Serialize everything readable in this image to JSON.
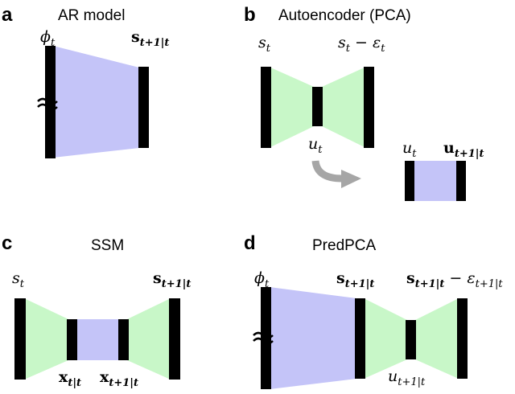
{
  "panels": {
    "a": {
      "letter": "a",
      "title": "AR model"
    },
    "b": {
      "letter": "b",
      "title": "Autoencoder (PCA)"
    },
    "c": {
      "letter": "c",
      "title": "SSM"
    },
    "d": {
      "letter": "d",
      "title": "PredPCA"
    }
  },
  "labels": {
    "a_phi": {
      "main": "ϕ",
      "sub": "t"
    },
    "a_s": {
      "main": "s",
      "sub": "t+1|t"
    },
    "b_s": {
      "main": "s",
      "sub": "t"
    },
    "b_s_eps_main": "s",
    "b_s_eps_sub": "t",
    "b_minus": " − ",
    "b_eps_main": "ε",
    "b_eps_sub": "t",
    "b_u": {
      "main": "u",
      "sub": "t"
    },
    "b_u2": {
      "main": "u",
      "sub": "t"
    },
    "b_u3": {
      "main": "u",
      "sub": "t+1|t"
    },
    "c_s": {
      "main": "s",
      "sub": "t"
    },
    "c_s2": {
      "main": "s",
      "sub": "t+1|t"
    },
    "c_x1": {
      "main": "x",
      "sub": "t|t"
    },
    "c_x2": {
      "main": "x",
      "sub": "t+1|t"
    },
    "d_phi": {
      "main": "ϕ",
      "sub": "t"
    },
    "d_s": {
      "main": "s",
      "sub": "t+1|t"
    },
    "d_s_eps_main": "s",
    "d_s_eps_sub": "t+1|t",
    "d_minus": " − ",
    "d_eps_main": "ε",
    "d_eps_sub": "t+1|t",
    "d_u": {
      "main": "u",
      "sub": "t+1|t"
    }
  },
  "icons": {
    "break": "wavy-break-icon",
    "arrow": "curved-arrow-icon"
  },
  "colors": {
    "blue": "#c4c4f8",
    "green": "#c8f7c8",
    "bar": "#000000",
    "arrow": "#a6a6a6"
  }
}
